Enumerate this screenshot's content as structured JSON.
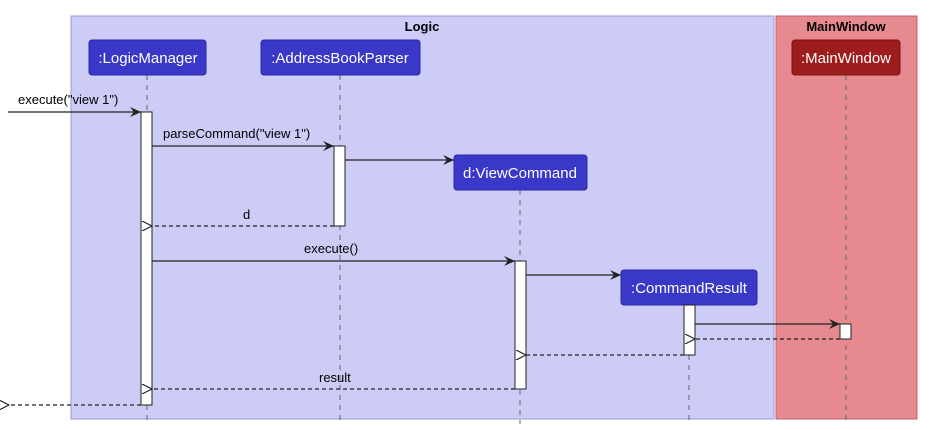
{
  "frames": {
    "logic": {
      "title": "Logic",
      "fill": "#CCCCF7",
      "stroke": "#9999CC"
    },
    "main_window": {
      "title": "MainWindow",
      "fill": "#E68A8F",
      "stroke": "#C06070"
    }
  },
  "participants": {
    "logic_manager": {
      "label": ":LogicManager",
      "fill": "#3A38C8"
    },
    "address_book_parser": {
      "label": ":AddressBookParser",
      "fill": "#3A38C8"
    },
    "view_command": {
      "label": "d:ViewCommand",
      "fill": "#3A38C8"
    },
    "command_result": {
      "label": ":CommandResult",
      "fill": "#3A38C8"
    },
    "main_window": {
      "label": ":MainWindow",
      "fill": "#9E1C1C"
    }
  },
  "messages": {
    "execute_view": "execute(\"view 1\")",
    "parse_command": "parseCommand(\"view 1\")",
    "return_d": "d",
    "execute": "execute()",
    "return_result": "result"
  }
}
